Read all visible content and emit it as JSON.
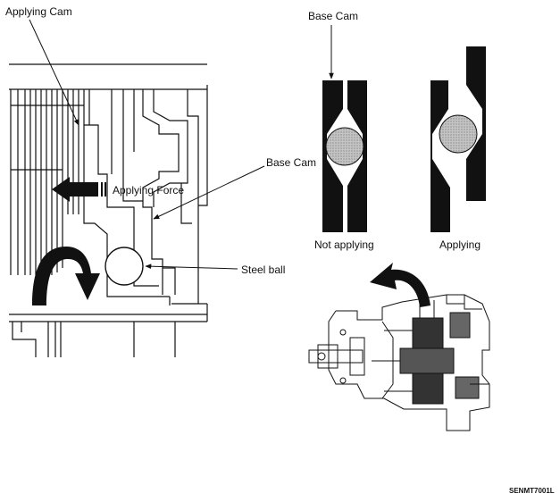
{
  "labels": {
    "applying_cam": "Applying Cam",
    "base_cam_top": "Base Cam",
    "base_cam_mid": "Base Cam",
    "applying_force": "Applying Force",
    "steel_ball": "Steel ball",
    "not_applying": "Not applying",
    "applying": "Applying"
  },
  "figure_code": "SENMT7001L",
  "colors": {
    "ink": "#111111",
    "ball_fill": "#b8b8b8",
    "paper": "#ffffff"
  },
  "icons": [
    "arrow-left-icon",
    "curved-arrow-icon"
  ]
}
